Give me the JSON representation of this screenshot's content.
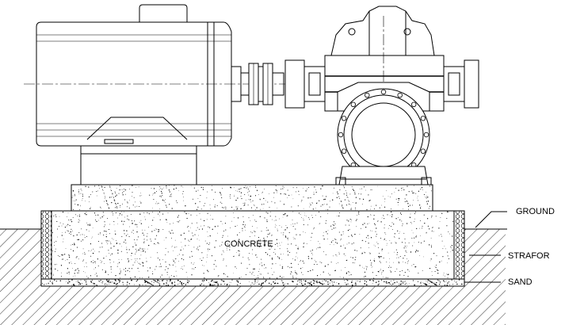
{
  "labels": {
    "ground": "GROUND",
    "strafor": "STRAFOR",
    "sand": "SAND",
    "concrete": "CONCRETE"
  },
  "colors": {
    "line": "#000000",
    "background": "#ffffff"
  }
}
